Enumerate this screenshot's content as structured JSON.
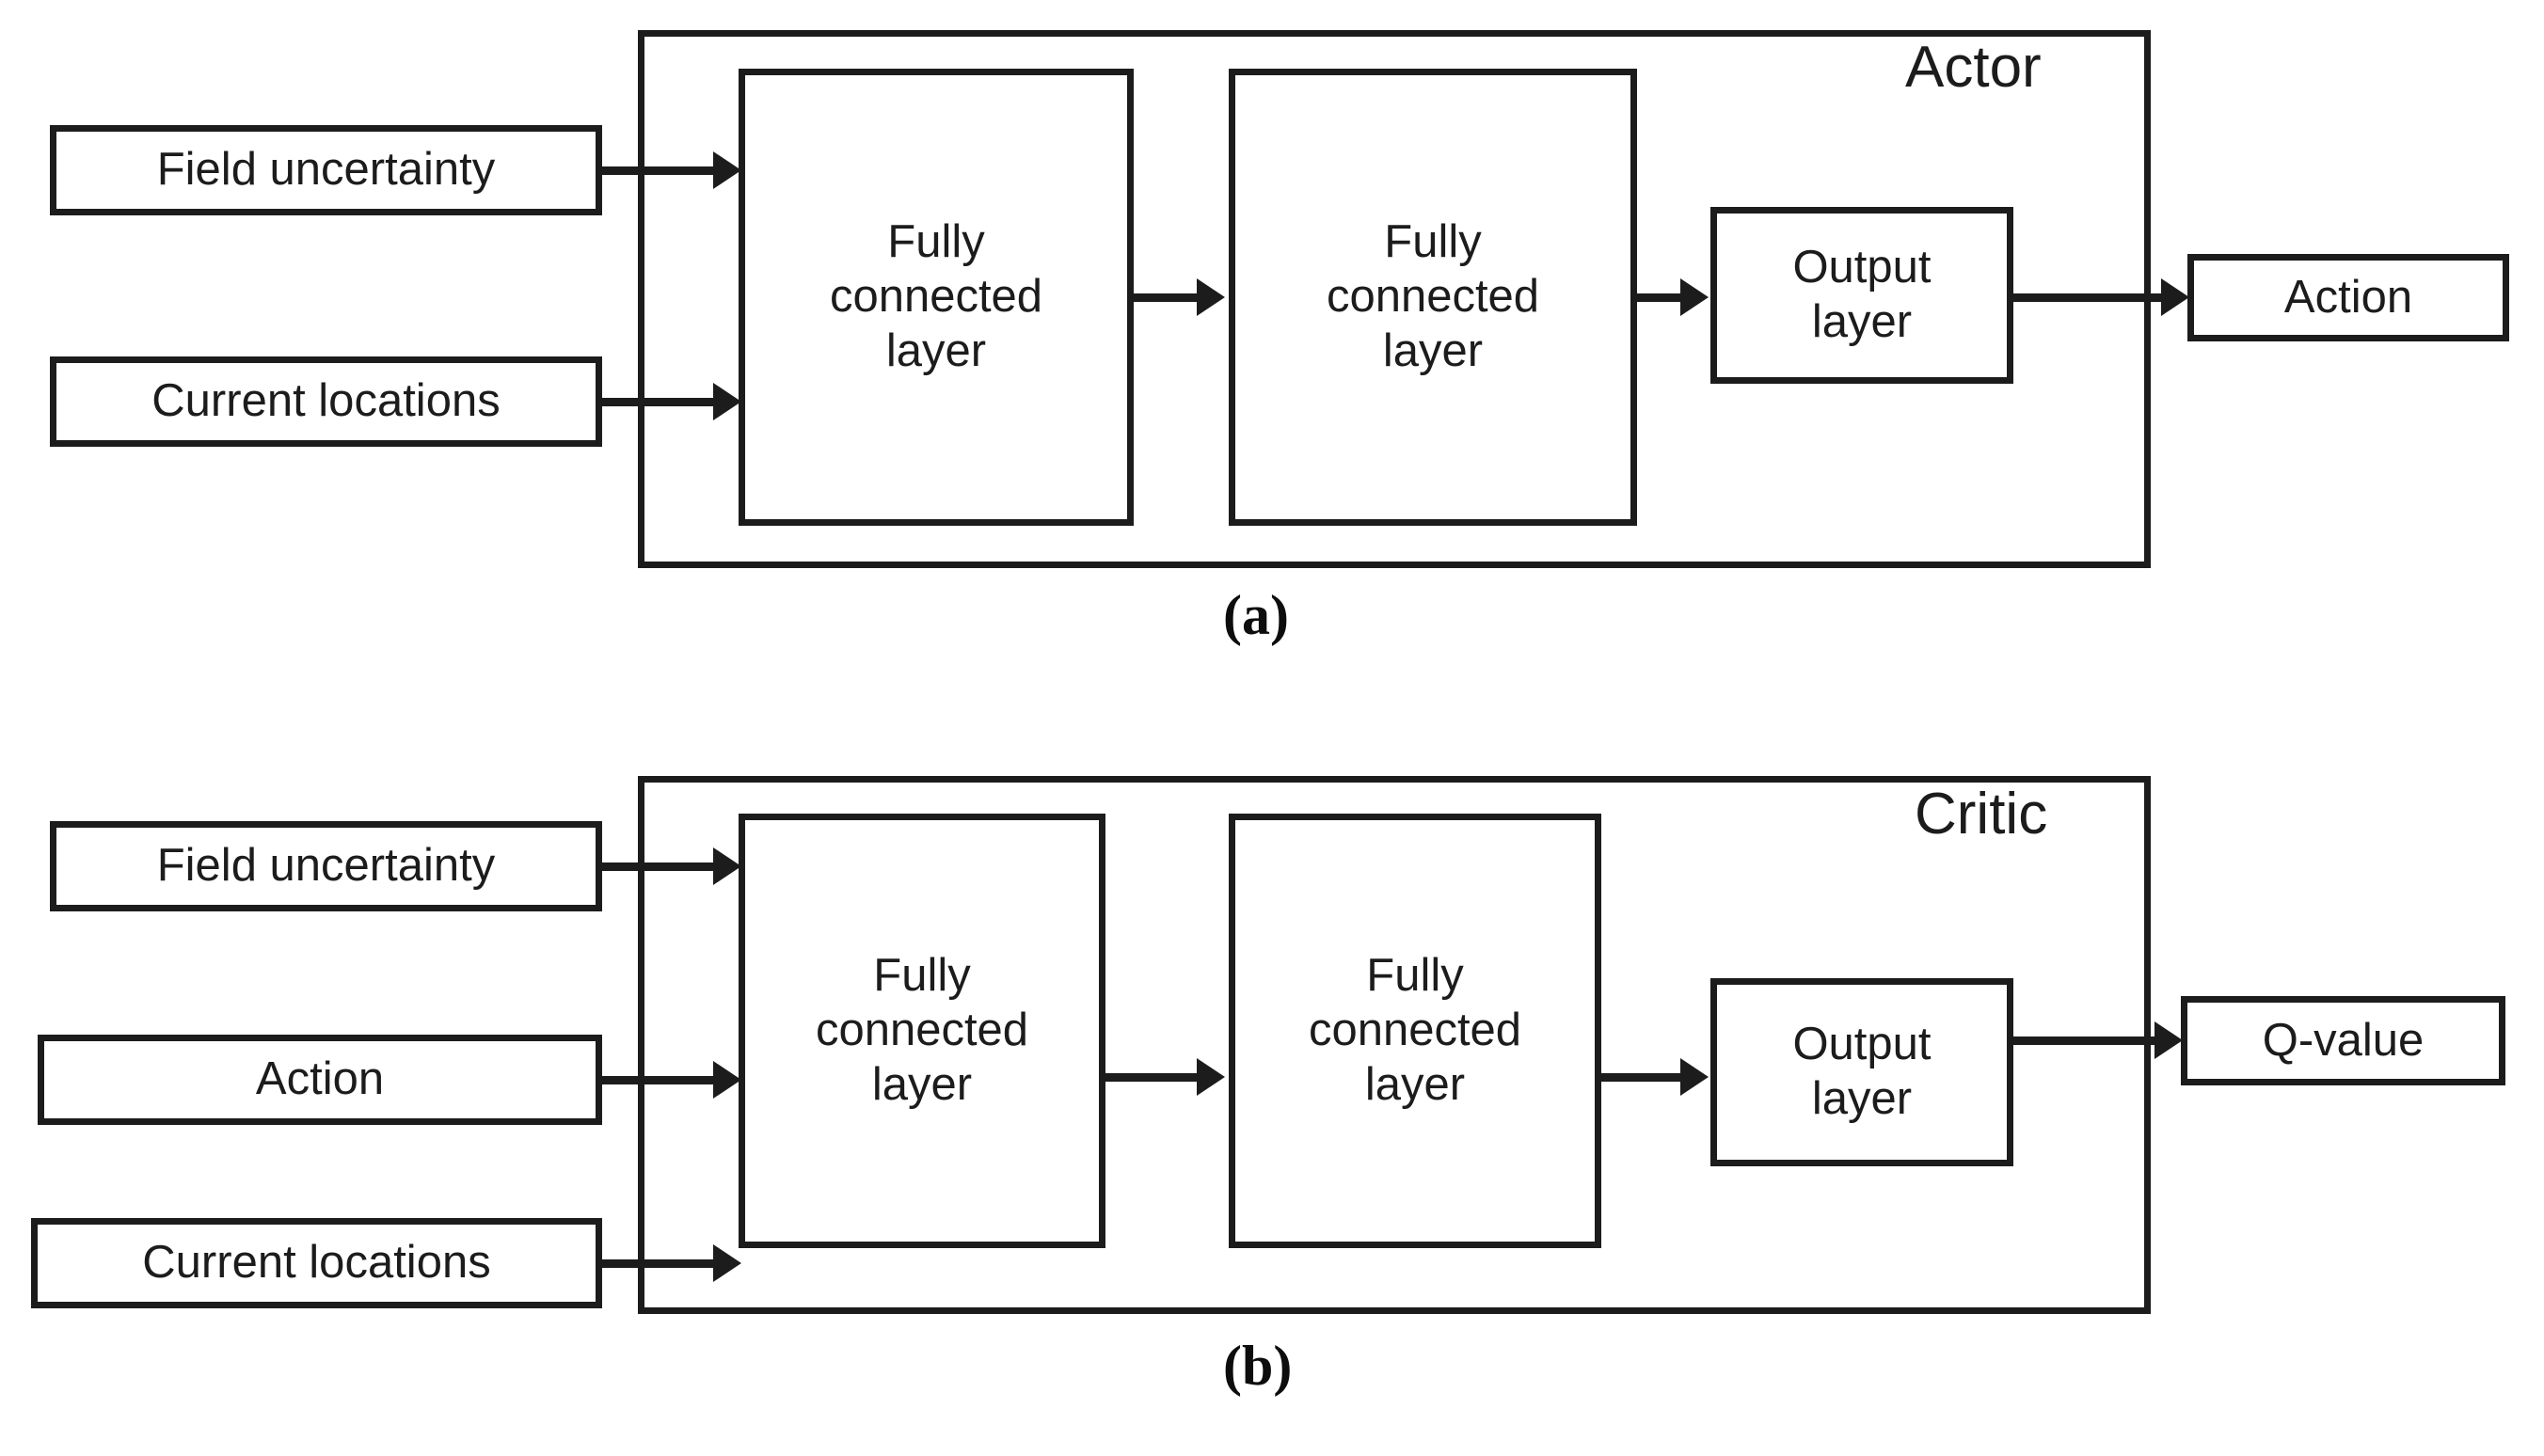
{
  "figure": {
    "caption_a": "(a)",
    "caption_b": "(b)"
  },
  "actor": {
    "title": "Actor",
    "inputs": [
      {
        "label": "Field uncertainty"
      },
      {
        "label": "Current locations"
      }
    ],
    "layers": [
      {
        "line1": "Fully",
        "line2": "connected",
        "line3": "layer"
      },
      {
        "line1": "Fully",
        "line2": "connected",
        "line3": "layer"
      }
    ],
    "output_layer": {
      "line1": "Output",
      "line2": "layer"
    },
    "outputs": [
      {
        "label": "Action"
      }
    ]
  },
  "critic": {
    "title": "Critic",
    "inputs": [
      {
        "label": "Field uncertainty"
      },
      {
        "label": "Action"
      },
      {
        "label": "Current locations"
      }
    ],
    "layers": [
      {
        "line1": "Fully",
        "line2": "connected",
        "line3": "layer"
      },
      {
        "line1": "Fully",
        "line2": "connected",
        "line3": "layer"
      }
    ],
    "output_layer": {
      "line1": "Output",
      "line2": "layer"
    },
    "outputs": [
      {
        "label": "Q-value"
      }
    ]
  },
  "colors": {
    "stroke": "#1c1c1c",
    "background": "#ffffff"
  }
}
